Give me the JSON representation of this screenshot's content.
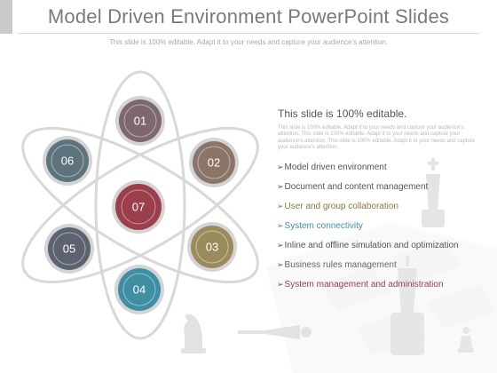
{
  "slide": {
    "title": "Model Driven Environment PowerPoint Slides",
    "subtitle": "This slide is 100% editable. Adapt it to your needs and capture your audience's attention."
  },
  "diagram": {
    "nodes": [
      {
        "label": "01",
        "color": "#7d6870"
      },
      {
        "label": "02",
        "color": "#8b7568"
      },
      {
        "label": "03",
        "color": "#9a8c5a"
      },
      {
        "label": "04",
        "color": "#3f8ea4"
      },
      {
        "label": "05",
        "color": "#5c6270"
      },
      {
        "label": "06",
        "color": "#5d737d"
      },
      {
        "label": "07",
        "color": "#9c3f4c"
      }
    ],
    "ring_color": "#d4d4d4",
    "orbit_color": "#d8d8d8"
  },
  "panel": {
    "heading": "This slide is 100% editable.",
    "body": "This slide is 100% editable. Adapt it to your needs and capture your audience's attention. This slide is 100% editable. Adapt it to your needs and capture your audience's attention. This slide is 100% editable. Adapt it to your needs and capture your audience's attention.",
    "arrow": "➢",
    "bullets": [
      {
        "text": "Model driven environment",
        "color": "#555555"
      },
      {
        "text": "Document and content management",
        "color": "#555555"
      },
      {
        "text": "User and group collaboration",
        "color": "#8a7a3a"
      },
      {
        "text": "System connectivity",
        "color": "#3f8ea4"
      },
      {
        "text": "Inline and offline simulation and optimization",
        "color": "#555555"
      },
      {
        "text": "Business rules management",
        "color": "#666666"
      },
      {
        "text": "System management and administration",
        "color": "#9c3f4c"
      }
    ]
  }
}
